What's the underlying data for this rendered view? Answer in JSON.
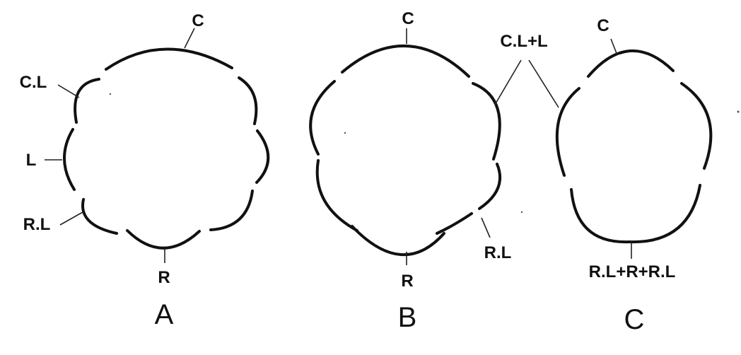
{
  "figures": [
    {
      "id": "A",
      "caption": "A",
      "labels": {
        "top": "C",
        "upper_left": "C.L",
        "left": "L",
        "lower_left": "R.L",
        "bottom": "R"
      }
    },
    {
      "id": "B",
      "caption": "B",
      "labels": {
        "top": "C",
        "lower_right": "R.L",
        "bottom": "R"
      }
    },
    {
      "id": "C",
      "caption": "C",
      "labels": {
        "top": "C",
        "bottom": "R.L+R+R.L"
      }
    }
  ],
  "shared_labels": {
    "between_b_c": "C.L+L"
  }
}
